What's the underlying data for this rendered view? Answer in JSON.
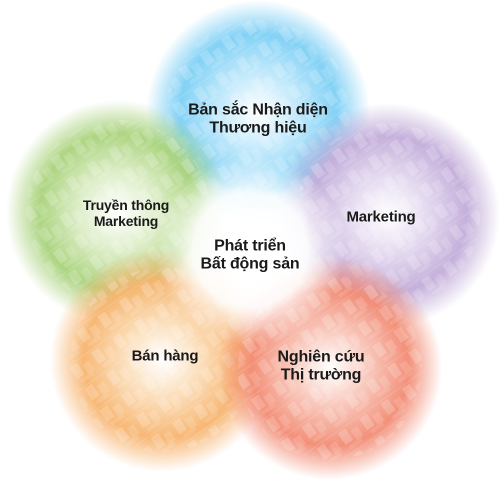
{
  "center": {
    "line1": "Phát triển",
    "line2": "Bất động sản"
  },
  "petals": {
    "brand": {
      "line1": "Bản sắc Nhận diện",
      "line2": "Thương hiệu",
      "color": "#7ccff5"
    },
    "marketing": {
      "line1": "Marketing",
      "color": "#c2acd9"
    },
    "media": {
      "line1": "Truyền thông",
      "line2": "Marketing",
      "color": "#a8d27a"
    },
    "sales": {
      "line1": "Bán hàng",
      "color": "#f7b46e"
    },
    "research": {
      "line1": "Nghiên cứu",
      "line2": "Thị trường",
      "color": "#f28b73"
    }
  }
}
